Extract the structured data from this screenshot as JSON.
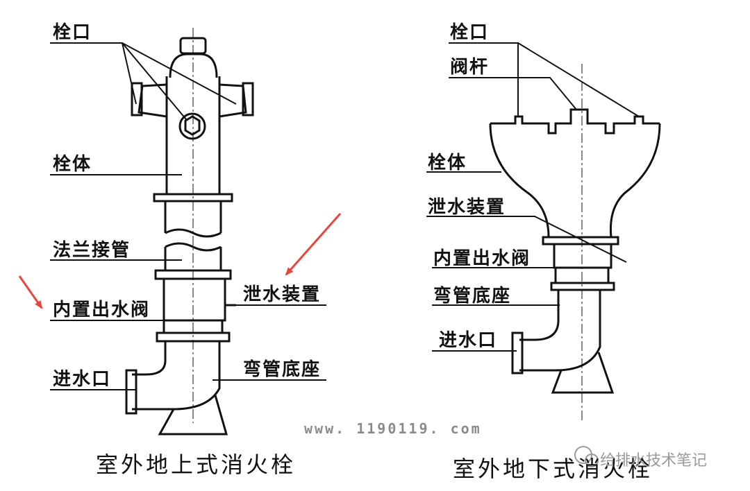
{
  "left": {
    "labels": {
      "outlet": "栓口",
      "body": "栓体",
      "flange_pipe": "法兰接管",
      "inner_valve": "内置出水阀",
      "drain": "泄水装置",
      "inlet": "进水口",
      "elbow_base": "弯管底座"
    },
    "caption": "室外地上式消火栓"
  },
  "right": {
    "labels": {
      "outlet": "栓口",
      "stem": "阀杆",
      "body": "栓体",
      "drain": "泄水装置",
      "inner_valve": "内置出水阀",
      "elbow_base": "弯管底座",
      "inlet": "进水口"
    },
    "caption": "室外地下式消火栓"
  },
  "watermark": {
    "url": "www. 1190119. com",
    "account": "给排水技术笔记"
  },
  "colors": {
    "line": "#111111",
    "arrow": "#e8453c",
    "watermark": "#8a8a8a"
  }
}
